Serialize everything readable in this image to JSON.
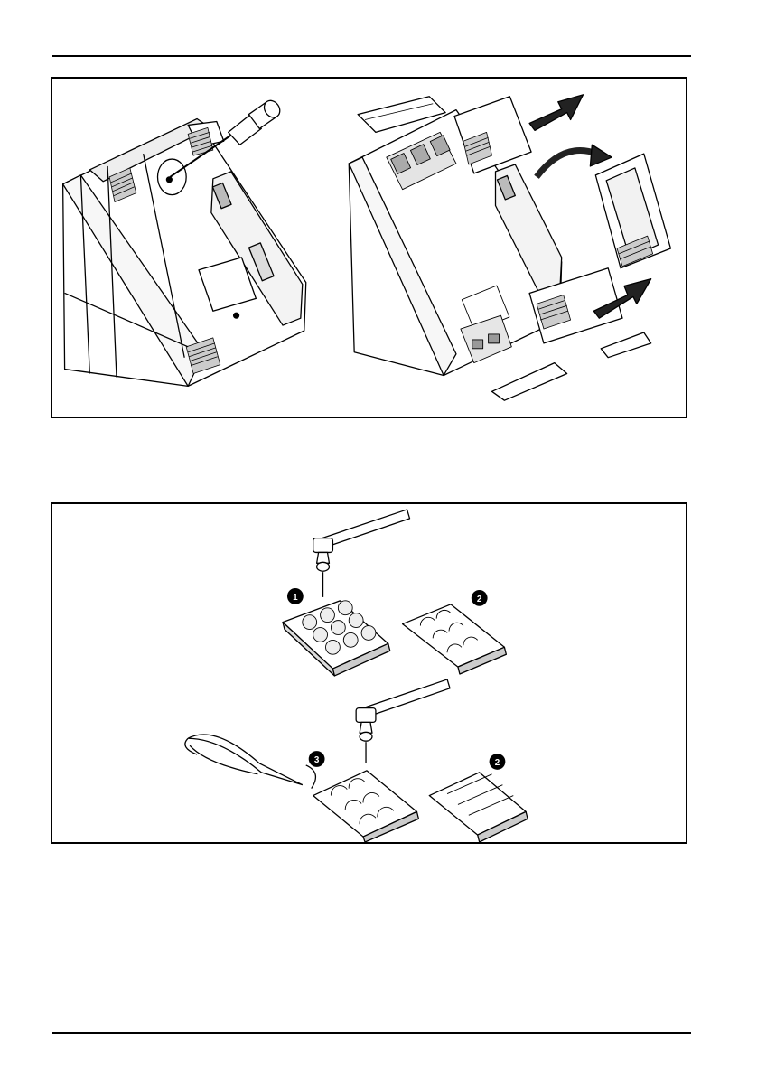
{
  "figures": [
    {
      "id": "drive-disassembly",
      "label": ""
    },
    {
      "id": "gland-plate-knockouts",
      "label": ""
    }
  ],
  "callouts": {
    "upper_plate_1": "1",
    "upper_plate_2": "2",
    "lower_pliers_3": "3",
    "lower_plate_2": "2"
  },
  "colors": {
    "line": "#000000",
    "background": "#ffffff",
    "arrow": "#222222"
  },
  "icons": [
    "screwdriver-icon",
    "hammer-icon",
    "pliers-icon",
    "arrow-right-icon"
  ]
}
